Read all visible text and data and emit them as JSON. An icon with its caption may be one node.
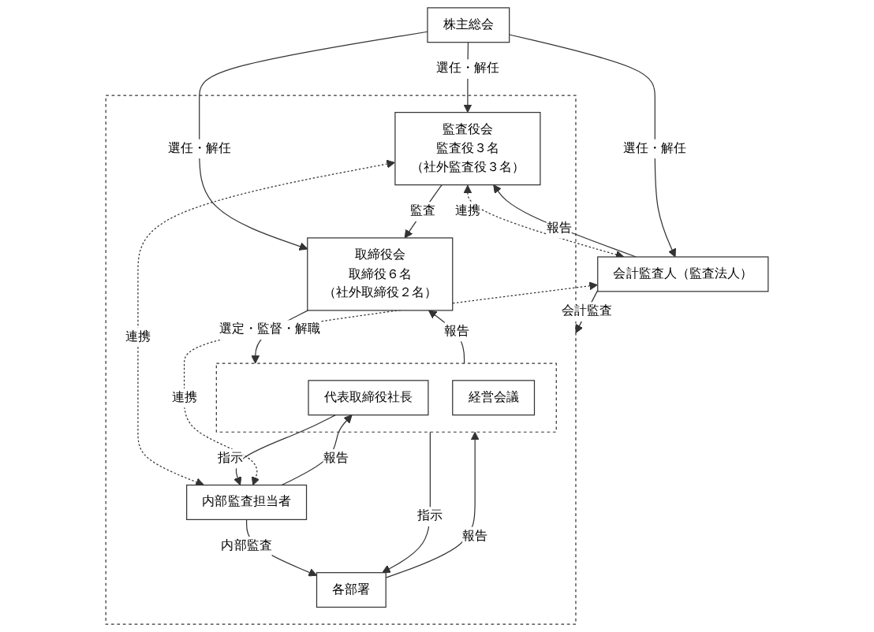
{
  "diagram": {
    "nodes": [
      {
        "text": [
          "株主総会"
        ]
      },
      {
        "text": [],
        "shape": "box"
      },
      {
        "text": [
          "取締役会",
          "取締役６名",
          "（社外取締役２名）"
        ],
        "in": 1
      },
      {
        "text": [
          "監査役会",
          "監査役３名",
          "（社外監査役３名）"
        ],
        "in": 1
      },
      {
        "text": [],
        "shape": "box",
        "in": 1
      },
      {
        "text": [
          "代表取締役社長"
        ],
        "in": 4
      },
      {
        "text": [
          "経営会議"
        ],
        "in": 4
      },
      {
        "text": [
          "内部監査担当者"
        ],
        "in": 1
      },
      {
        "text": [
          "各部署"
        ],
        "in": 1
      },
      {
        "text": [
          "会計監査人（監査法人）"
        ]
      }
    ],
    "edges": [
      {
        "from": 0,
        "to": 2,
        "arrow": "to",
        "label": "選任・解任"
      },
      {
        "from": 0,
        "to": 3,
        "arrow": "to",
        "label": "選任・解任"
      },
      {
        "from": 0,
        "to": 9,
        "arrow": "to",
        "label": "選任・解任"
      },
      {
        "from": 3,
        "to": 2,
        "arrow": "to",
        "label": "監査"
      },
      {
        "from": 3,
        "to": 9,
        "arrow": "both",
        "label": "連携",
        "style": "dashed"
      },
      {
        "from": 9,
        "to": 3,
        "arrow": "to",
        "label": "報告"
      },
      {
        "from": 4,
        "to": 2,
        "arrow": "to",
        "label": "報告"
      },
      {
        "from": 2,
        "to": 4,
        "arrow": "to",
        "label": "選定・監督・解職"
      },
      {
        "from": 3,
        "to": 7,
        "arrow": "both",
        "label": "連携",
        "style": "dashed"
      },
      {
        "from": 7,
        "to": 5,
        "arrow": "to",
        "label": "報告"
      },
      {
        "from": 5,
        "to": 7,
        "arrow": "to",
        "label": "指示"
      },
      {
        "from": 9,
        "to": 7,
        "arrow": "both",
        "label": "連携",
        "style": "dashed"
      },
      {
        "from": 9,
        "to": 1,
        "arrow": "to",
        "label": "会計監査"
      },
      {
        "from": 7,
        "to": 8,
        "arrow": "to",
        "label": "内部監査"
      },
      {
        "from": 8,
        "to": 4,
        "arrow": "to",
        "label": "報告"
      },
      {
        "from": 4,
        "to": 8,
        "arrow": "to",
        "label": "指示"
      }
    ]
  }
}
